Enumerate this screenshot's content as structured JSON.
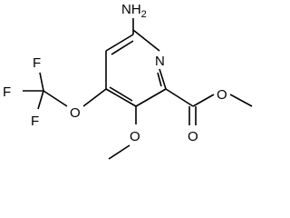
{
  "molecule": {
    "atoms": {
      "amine": "NH2",
      "ring_nitrogen": "N",
      "fluorine_top": "F",
      "fluorine_left": "F",
      "fluorine_bottom": "F",
      "ether_oxygen_cf3": "O",
      "methoxy_oxygen": "O",
      "ester_carbonyl_oxygen": "O",
      "ester_alkoxy_oxygen": "O"
    },
    "colors": {
      "bond": "#000000",
      "label": "#000000",
      "background": "#ffffff"
    }
  }
}
